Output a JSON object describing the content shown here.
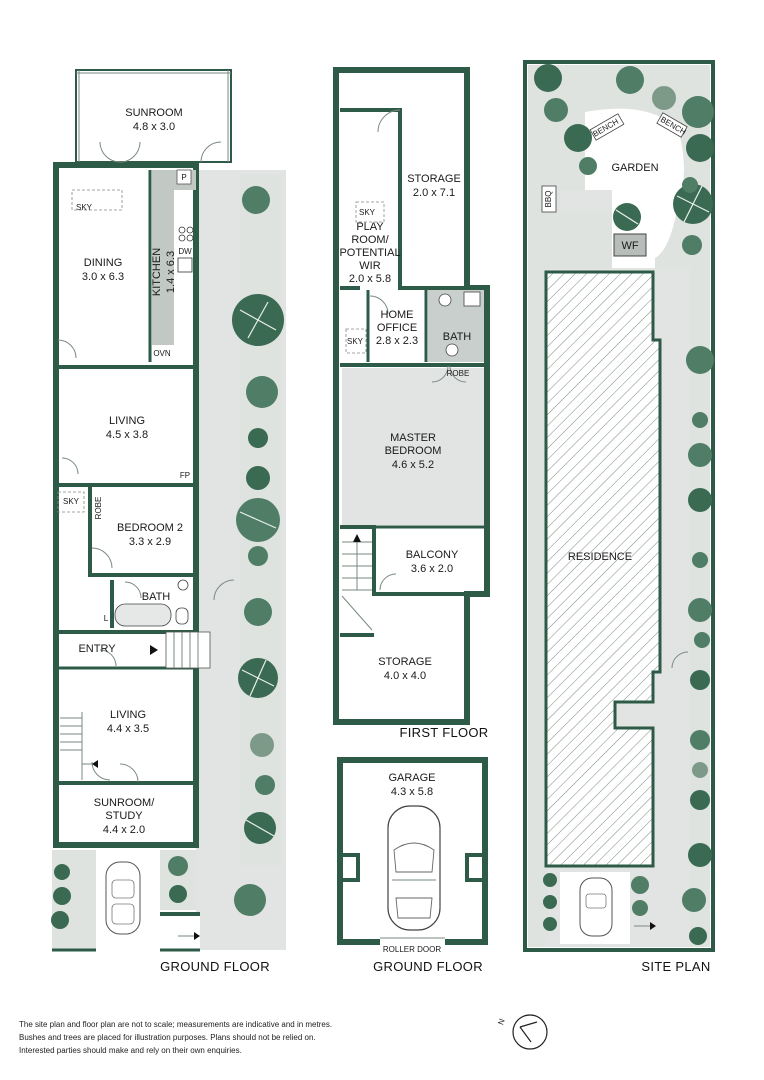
{
  "floor_titles": {
    "ground_floor_main": "GROUND FLOOR",
    "first_floor": "FIRST FLOOR",
    "ground_floor_garage": "GROUND FLOOR",
    "site_plan": "SITE PLAN"
  },
  "rooms": {
    "sunroom_rear": {
      "name": "SUNROOM",
      "size": "4.8 x 3.0"
    },
    "dining": {
      "name": "DINING",
      "size": "3.0 x 6.3"
    },
    "kitchen": {
      "name": "KITCHEN",
      "size": "1.4 x 6.3"
    },
    "living_upper": {
      "name": "LIVING",
      "size": "4.5 x 3.8"
    },
    "bedroom2": {
      "name": "BEDROOM 2",
      "size": "3.3 x 2.9"
    },
    "bath_ground": {
      "name": "BATH"
    },
    "entry": {
      "name": "ENTRY"
    },
    "living_lower": {
      "name": "LIVING",
      "size": "4.4 x 3.5"
    },
    "sunroom_study": {
      "name_line1": "SUNROOM/",
      "name_line2": "STUDY",
      "size": "4.4 x 2.0"
    },
    "storage_upper": {
      "name": "STORAGE",
      "size": "2.0 x 7.1"
    },
    "playroom": {
      "name_line1": "PLAY",
      "name_line2": "ROOM/",
      "name_line3": "POTENTIAL",
      "name_line4": "WIR",
      "size": "2.0 x 5.8"
    },
    "home_office": {
      "name_line1": "HOME",
      "name_line2": "OFFICE",
      "size": "2.8 x 2.3"
    },
    "bath_first": {
      "name": "BATH"
    },
    "robe_first": {
      "name": "ROBE"
    },
    "master_bedroom": {
      "name_line1": "MASTER",
      "name_line2": "BEDROOM",
      "size": "4.6 x 5.2"
    },
    "balcony": {
      "name": "BALCONY",
      "size": "3.6 x 2.0"
    },
    "storage_lower": {
      "name": "STORAGE",
      "size": "4.0 x 4.0"
    },
    "garage": {
      "name": "GARAGE",
      "size": "4.3 x 5.8"
    },
    "residence": {
      "name": "RESIDENCE"
    },
    "garden": {
      "name": "GARDEN"
    }
  },
  "fixtures": {
    "sky": "SKY",
    "p": "P",
    "dw": "DW",
    "ovn": "OVN",
    "fp": "FP",
    "robe": "ROBE",
    "l": "L",
    "roller_door": "ROLLER DOOR",
    "bbq": "BBQ",
    "bench": "BENCH",
    "wf": "WF"
  },
  "compass": {
    "letter": "N"
  },
  "disclaimer": {
    "line1": "The site plan and floor plan are not to scale; measurements are indicative and in metres.",
    "line2": "Bushes and trees are placed for illustration purposes. Plans should not be relied on.",
    "line3": "Interested parties should make and rely on their own enquiries."
  },
  "colors": {
    "wall": "#2e5b47",
    "tree_dark": "#3a6a52",
    "tree_mid": "#4f7d65",
    "tree_light": "#7d9a89",
    "path": "#e1e4e2",
    "kitchen": "#c2c9c5"
  }
}
